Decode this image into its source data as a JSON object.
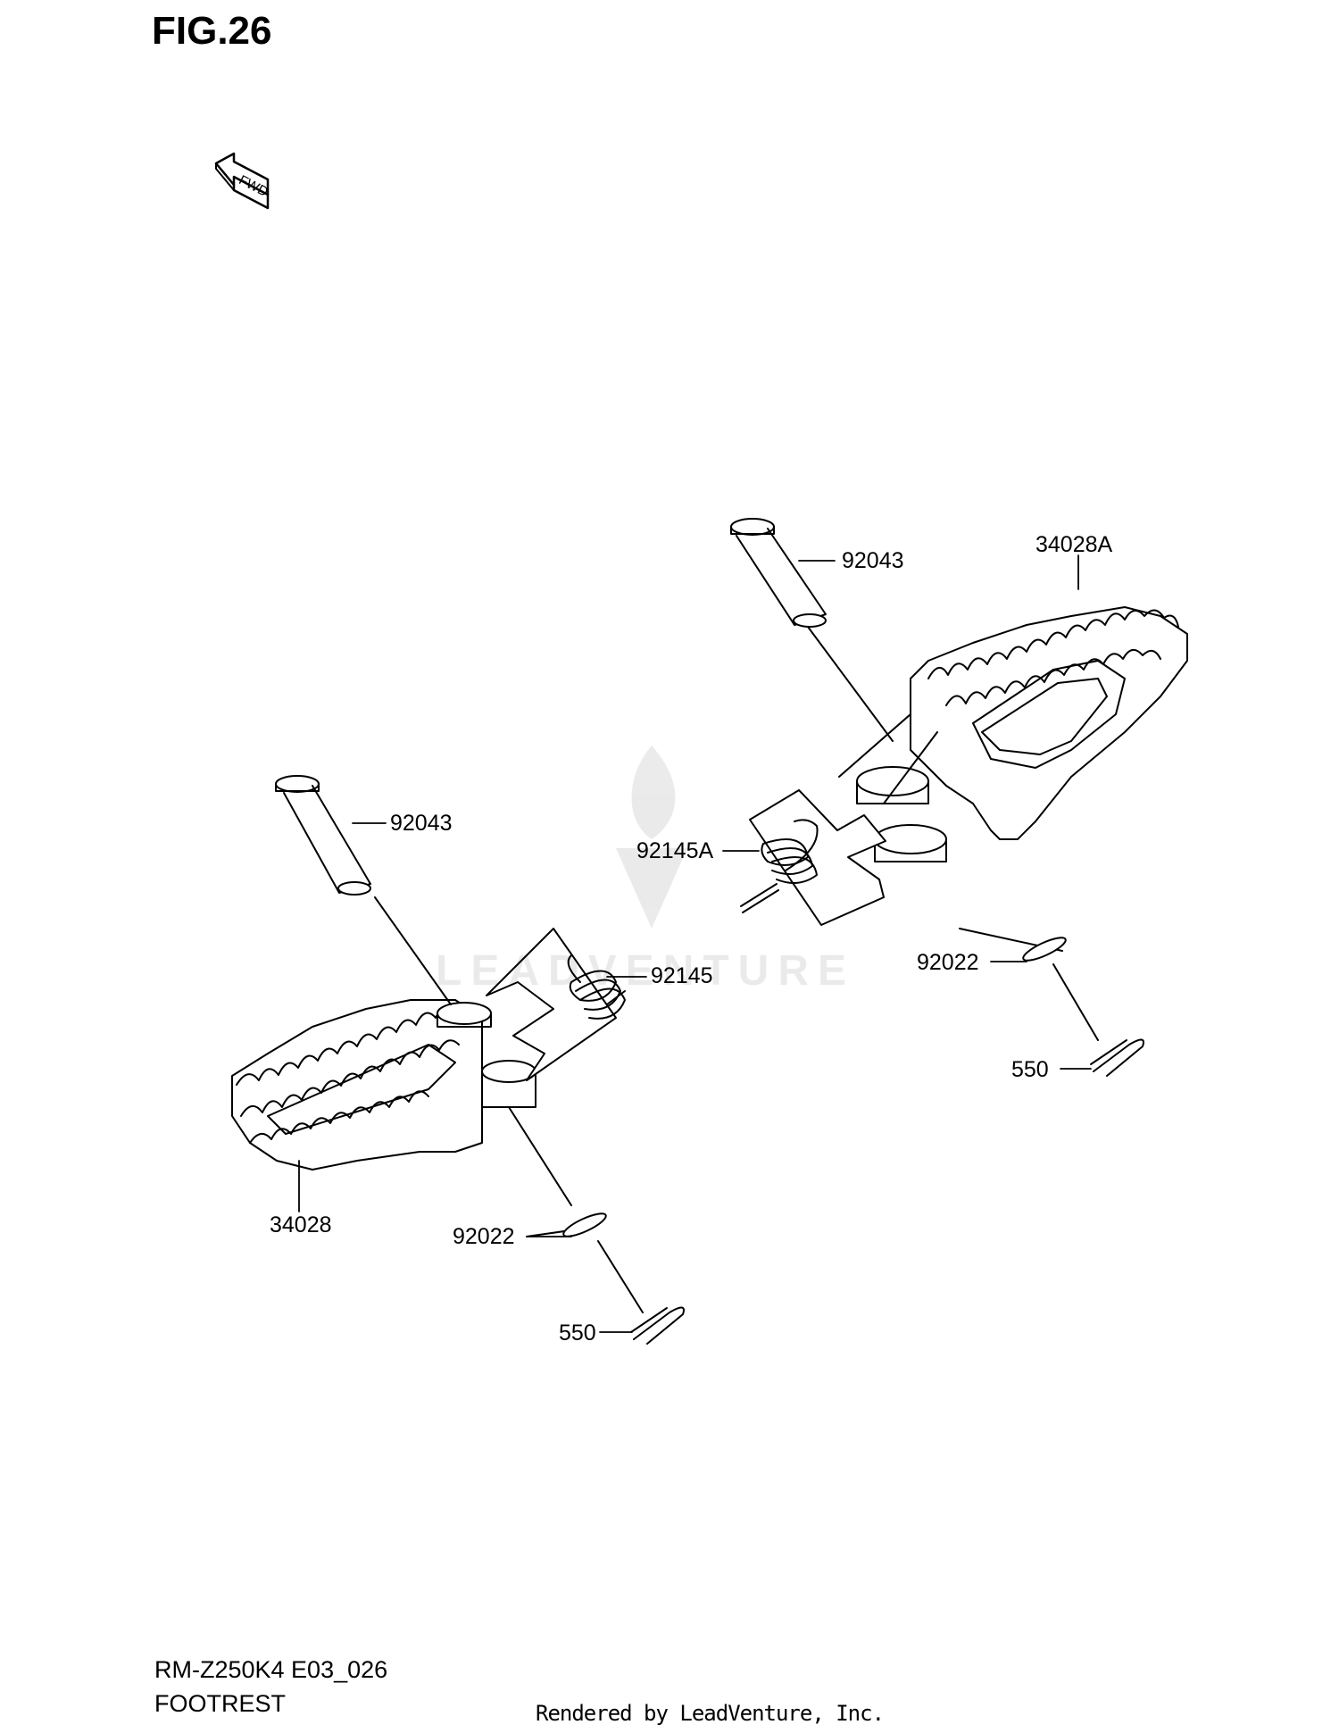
{
  "figure": {
    "title": "FIG.26",
    "fwd_label": "FWD"
  },
  "callouts": {
    "pin_right": "92043",
    "step_right": "34028A",
    "spring_right": "92145A",
    "washer_right": "92022",
    "cotter_right": "550",
    "pin_left": "92043",
    "spring_left": "92145",
    "step_left": "34028",
    "washer_left": "92022",
    "cotter_left": "550"
  },
  "watermark": {
    "text": "LEADVENTURE"
  },
  "footer": {
    "model": "RM-Z250K4 E03_026",
    "title": "FOOTREST",
    "rendered_by": "Rendered by LeadVenture, Inc."
  }
}
